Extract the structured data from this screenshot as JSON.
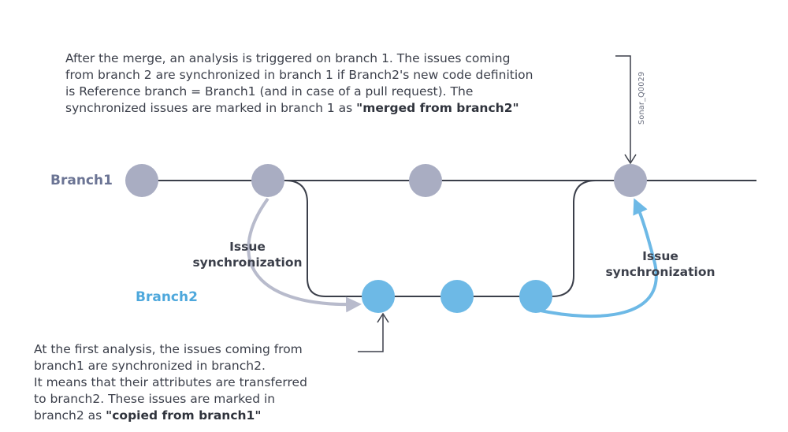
{
  "colors": {
    "branch1": "#a9adc2",
    "branch1_label": "#6b7494",
    "branch2": "#6db9e6",
    "branch2_label": "#4ea8dc",
    "line": "#3b3f4a",
    "sync_left": "#b8bbcc",
    "sync_right": "#6db9e6"
  },
  "top_note": {
    "line1": "After the merge, an analysis is triggered on branch 1. The issues coming",
    "line2": "from branch 2 are synchronized in branch 1 if Branch2's new code definition",
    "line3": "is Reference branch = Branch1 (and in case of a pull request). The",
    "line4_text": "synchronized issues are marked in branch 1 as ",
    "line4_bold": "\"merged from branch2\""
  },
  "bottom_note": {
    "line1": "At the first analysis, the issues coming from",
    "line2": "branch1 are synchronized in branch2.",
    "line3": "It means that their attributes are transferred",
    "line4": "to branch2. These issues are marked in",
    "line5_text": "branch2 as ",
    "line5_bold": "\"copied from branch1\""
  },
  "branches": {
    "branch1_label": "Branch1",
    "branch2_label": "Branch2"
  },
  "sync_left": {
    "line1": "Issue",
    "line2": "synchronization"
  },
  "sync_right": {
    "line1": "Issue",
    "line2": "synchronization"
  },
  "reference_code": "Sonar_Q0029"
}
